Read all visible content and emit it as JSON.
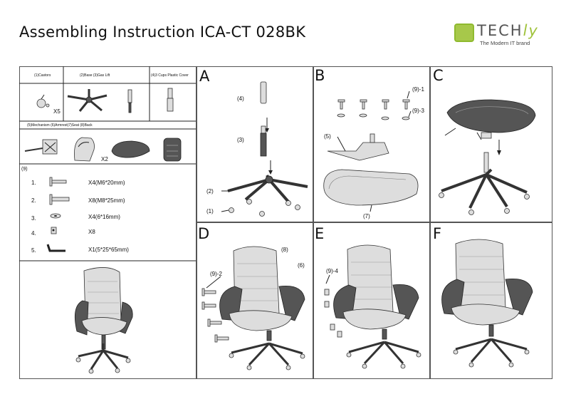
{
  "header": {
    "title": "Assembling  Instruction  ICA-CT 028BK"
  },
  "logo": {
    "name": "TECH",
    "name_accent": "ly",
    "tagline": "The Modern IT brand"
  },
  "parts": {
    "casters": "(1)Castors",
    "base_gaslift": "(2)Base (3)Gas Lift",
    "cups": "(4)3 Cups Plastic Cover",
    "casters_qty": "X5",
    "row2": "(5)Mechanism  (6)Armrest(7)Seat (8)Back",
    "armrest_qty": "X2",
    "hardware_label": "(9)"
  },
  "hardware": [
    {
      "num": "1.",
      "qty": "X4(M6*20mm)"
    },
    {
      "num": "2.",
      "qty": "X8(M8*25mm)"
    },
    {
      "num": "3.",
      "qty": "X4(6*16mm)"
    },
    {
      "num": "4.",
      "qty": "X8"
    },
    {
      "num": "5.",
      "qty": "X1(5*25*65mm)"
    }
  ],
  "panels": {
    "A": {
      "letter": "A",
      "c4": "(4)",
      "c3": "(3)",
      "c2": "(2)",
      "c1": "(1)"
    },
    "B": {
      "letter": "B",
      "c91": "(9)-1",
      "c93": "(9)-3",
      "c5": "(5)",
      "c7": "(7)"
    },
    "C": {
      "letter": "C"
    },
    "D": {
      "letter": "D",
      "c8": "(8)",
      "c6": "(6)",
      "c92": "(9)-2"
    },
    "E": {
      "letter": "E",
      "c94": "(9)-4"
    },
    "F": {
      "letter": "F"
    }
  },
  "icons": {
    "logo": "techly-logo-icon"
  }
}
